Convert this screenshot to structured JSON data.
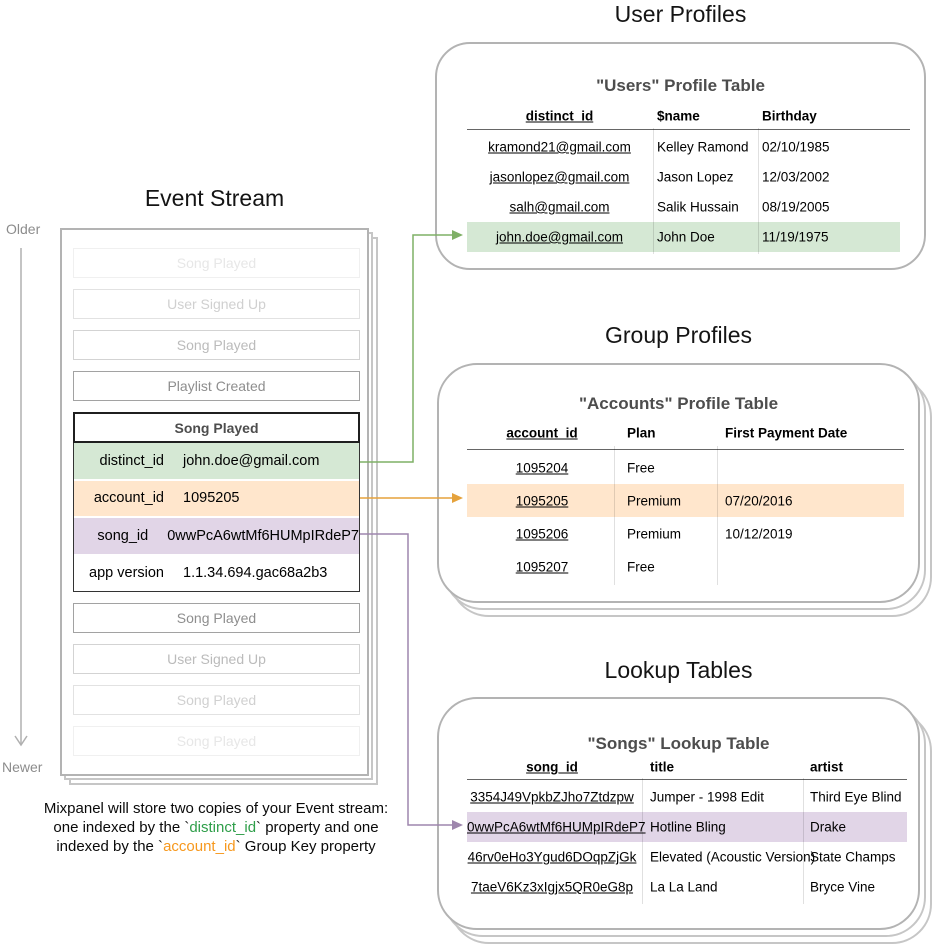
{
  "titles": {
    "event_stream": "Event Stream",
    "user_profiles": "User Profiles",
    "group_profiles": "Group Profiles",
    "lookup_tables": "Lookup Tables"
  },
  "timeline": {
    "older": "Older",
    "newer": "Newer"
  },
  "event_stream": {
    "events_before": [
      "Song Played",
      "User Signed Up",
      "Song Played",
      "Playlist Created"
    ],
    "expanded_event": {
      "name": "Song Played",
      "properties": [
        {
          "key": "distinct_id",
          "value": "john.doe@gmail.com",
          "highlight": "green"
        },
        {
          "key": "account_id",
          "value": "1095205",
          "highlight": "orange"
        },
        {
          "key": "song_id",
          "value": "0wwPcA6wtMf6HUMpIRdeP7",
          "highlight": "purple"
        },
        {
          "key": "app version",
          "value": "1.1.34.694.gac68a2b3",
          "highlight": "none"
        }
      ]
    },
    "events_after": [
      "Song Played",
      "User Signed Up",
      "Song Played",
      "Song Played"
    ]
  },
  "users_table": {
    "title": "\"Users\" Profile Table",
    "columns": [
      "distinct_id",
      "$name",
      "Birthday"
    ],
    "rows": [
      [
        "kramond21@gmail.com",
        "Kelley Ramond",
        "02/10/1985"
      ],
      [
        "jasonlopez@gmail.com",
        "Jason Lopez",
        "12/03/2002"
      ],
      [
        "salh@gmail.com",
        "Salik Hussain",
        "08/19/2005"
      ],
      [
        "john.doe@gmail.com",
        "John Doe",
        "11/19/1975"
      ]
    ],
    "highlighted_row_index": 3
  },
  "accounts_table": {
    "title": "\"Accounts\" Profile Table",
    "columns": [
      "account_id",
      "Plan",
      "First Payment Date"
    ],
    "rows": [
      [
        "1095204",
        "Free",
        ""
      ],
      [
        "1095205",
        "Premium",
        "07/20/2016"
      ],
      [
        "1095206",
        "Premium",
        "10/12/2019"
      ],
      [
        "1095207",
        "Free",
        ""
      ]
    ],
    "highlighted_row_index": 1
  },
  "songs_table": {
    "title": "\"Songs\" Lookup Table",
    "columns": [
      "song_id",
      "title",
      "artist"
    ],
    "rows": [
      [
        "3354J49VpkbZJho7Ztdzpw",
        "Jumper - 1998 Edit",
        "Third Eye Blind"
      ],
      [
        "0wwPcA6wtMf6HUMpIRdeP7",
        "Hotline Bling",
        "Drake"
      ],
      [
        "46rv0eHo3Ygud6DOqpZjGk",
        "Elevated (Acoustic Version)",
        "State Champs"
      ],
      [
        "7taeV6Kz3xIgjx5QR0eG8p",
        "La La Land",
        "Bryce Vine"
      ]
    ],
    "highlighted_row_index": 1
  },
  "caption": {
    "line1": "Mixpanel will store two copies of your Event stream:",
    "line2_pre": "one indexed by the `",
    "line2_code": "distinct_id",
    "line2_post": "` property and one",
    "line3_pre": "indexed by the `",
    "line3_code": "account_id",
    "line3_post": "` Group Key property"
  },
  "colors": {
    "green_fill": "#d5e8d4",
    "orange_fill": "#ffe6cc",
    "purple_fill": "#e1d5e7",
    "green_arrow": "#7fb066",
    "orange_arrow": "#e5a23c",
    "purple_arrow": "#9e86ad",
    "caption_green_text": "#2e9e49",
    "caption_orange_text": "#f7981d",
    "box_border": "#b3b3b3"
  }
}
